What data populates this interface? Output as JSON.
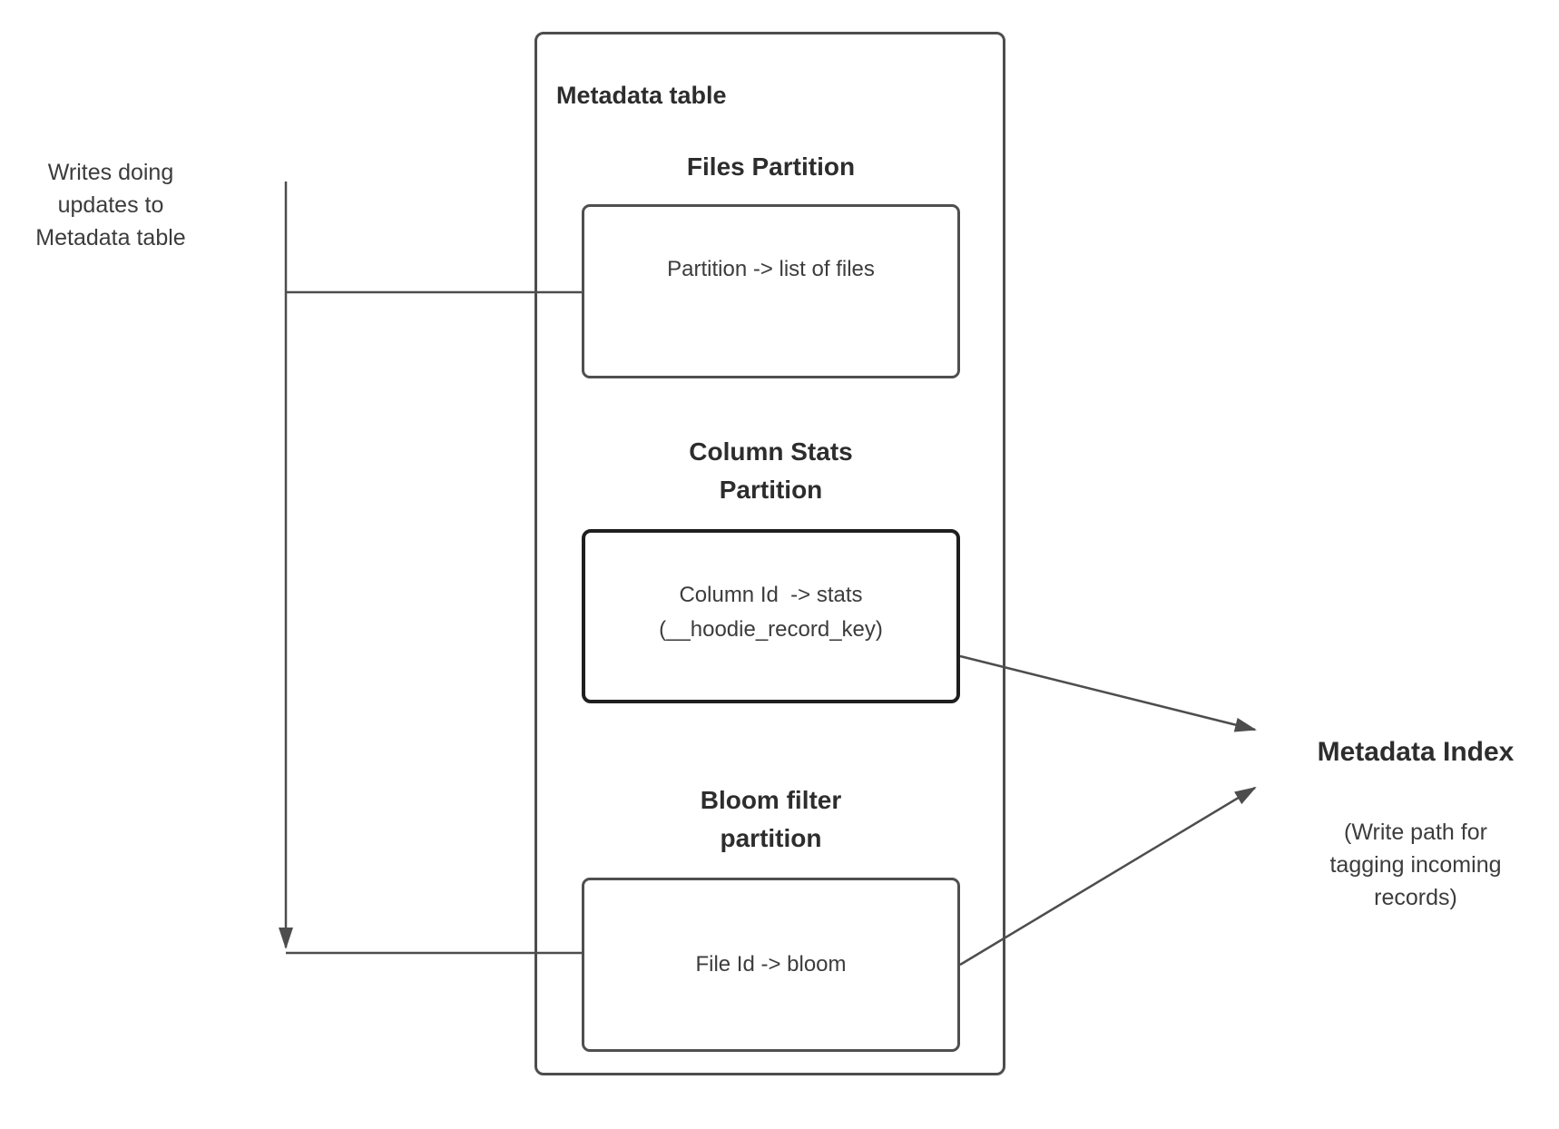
{
  "diagram": {
    "left_note": {
      "lines": [
        "Writes doing",
        "updates to",
        "Metadata table"
      ]
    },
    "container": {
      "title": "Metadata table"
    },
    "partitions": [
      {
        "heading": [
          "Files Partition"
        ],
        "content": [
          "Partition -> list of files"
        ]
      },
      {
        "heading": [
          "Column Stats",
          "Partition"
        ],
        "content": [
          "Column Id  -> stats",
          "(__hoodie_record_key)"
        ],
        "emphasized": true
      },
      {
        "heading": [
          "Bloom filter",
          "partition"
        ],
        "content": [
          "File Id -> bloom"
        ]
      }
    ],
    "right_note": {
      "title": "Metadata Index",
      "lines": [
        "(Write path for",
        "tagging incoming",
        "records)"
      ]
    }
  },
  "colors": {
    "canvas_bg": "#ffffff",
    "line": "#4d4d4d",
    "box_border": "#4f4f4f",
    "emphasis_border": "#1f1f1f",
    "text_primary": "#2d2d2d",
    "text_secondary": "#3c3c3c"
  }
}
